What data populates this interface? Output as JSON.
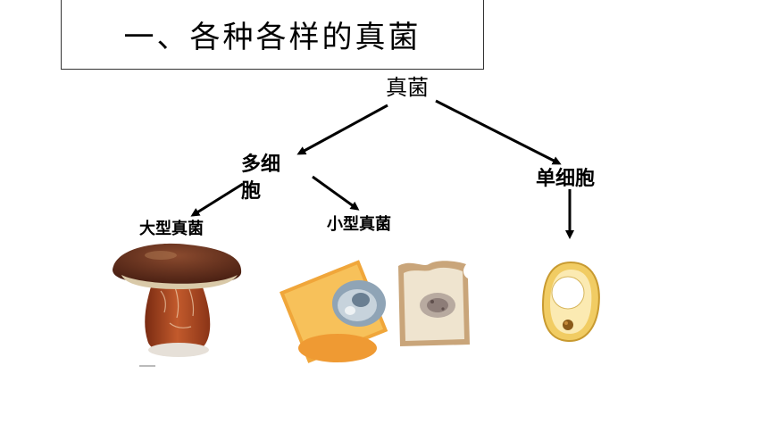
{
  "title": "一、各种各样的真菌",
  "diagram": {
    "root": "真菌",
    "multicellular": "多细胞",
    "unicellular": "单细胞",
    "large_fungi": "大型真菌",
    "small_fungi": "小型真菌"
  },
  "images": {
    "mushroom": "mushroom-image",
    "moldy_orange": "moldy-orange-image",
    "moldy_bread": "moldy-bread-image",
    "yeast_cell": "yeast-cell-image"
  }
}
